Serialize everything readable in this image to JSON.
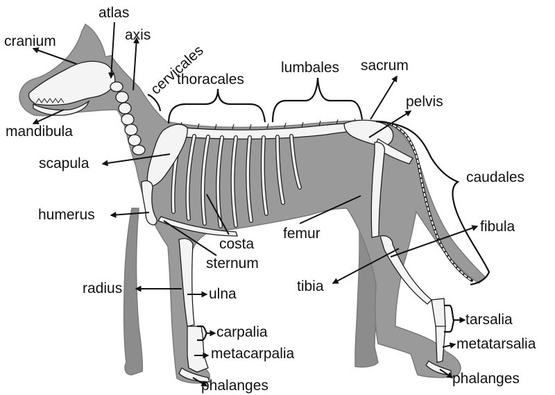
{
  "colors": {
    "silhouette": "#9a9a9a",
    "silhouette_outline": "#7a7a7a",
    "bone_fill": "#f4f4f4",
    "bone_outline": "#1e1e1e",
    "text": "#111111",
    "background": "#ffffff"
  },
  "labels": {
    "atlas": "atlas",
    "axis": "axis",
    "cranium": "cranium",
    "cervicales": "cervicales",
    "thoracales": "thoracales",
    "lumbales": "lumbales",
    "sacrum": "sacrum",
    "pelvis": "pelvis",
    "mandibula": "mandibula",
    "scapula": "scapula",
    "caudales": "caudales",
    "humerus": "humerus",
    "fibula": "fibula",
    "costa": "costa",
    "femur": "femur",
    "sternum": "sternum",
    "radius": "radius",
    "ulna": "ulna",
    "tibia": "tibia",
    "tarsalia": "tarsalia",
    "carpalia": "carpalia",
    "metatarsalia": "metatarsalia",
    "metacarpalia": "metacarpalia",
    "phalanges_fore": "phalanges",
    "phalanges_hind": "phalanges"
  }
}
